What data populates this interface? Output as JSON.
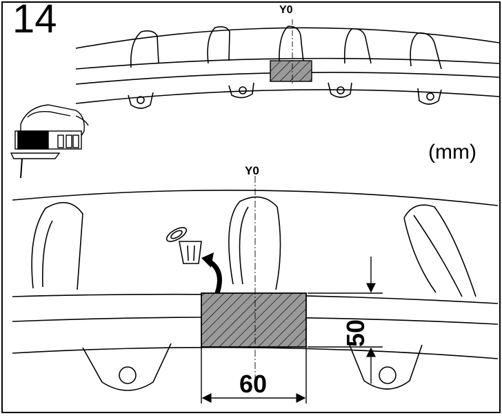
{
  "step_number": "14",
  "top_view": {
    "axis_label": "Y0"
  },
  "detail_view": {
    "axis_label": "Y0",
    "unit_label": "(mm)",
    "cutout_width": "60",
    "cutout_height": "50"
  },
  "icons": [
    "jigsaw-icon",
    "trash-bin-icon",
    "curved-arrow-icon"
  ],
  "colors": {
    "line": "#000000",
    "hatch_fill": "#999999",
    "background": "#ffffff"
  }
}
